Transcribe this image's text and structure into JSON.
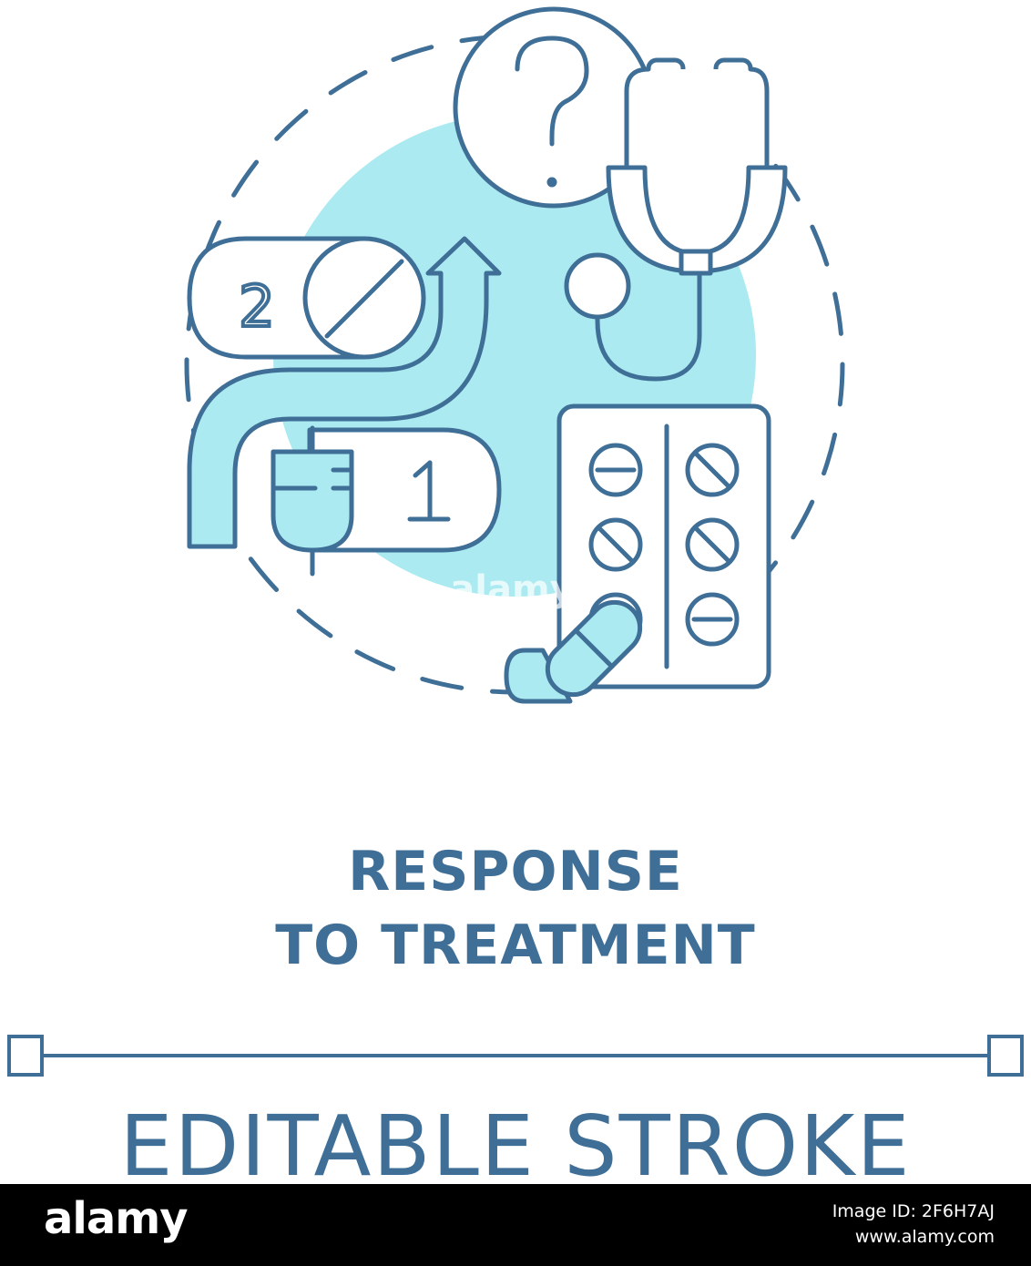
{
  "title_line1": "RESPONSE",
  "title_line2": "TO TREATMENT",
  "subtitle": "EDITABLE STROKE",
  "illustration": {
    "badge_number_top": "2",
    "badge_number_bottom": "1",
    "question_mark": "?"
  },
  "footer": {
    "logo": "alamy",
    "image_id": "Image ID: 2F6H7AJ",
    "site": "www.alamy.com"
  },
  "watermark": "alamy",
  "colors": {
    "stroke": "#3f6f96",
    "fill": "#aaeaf0",
    "background": "#ffffff"
  }
}
